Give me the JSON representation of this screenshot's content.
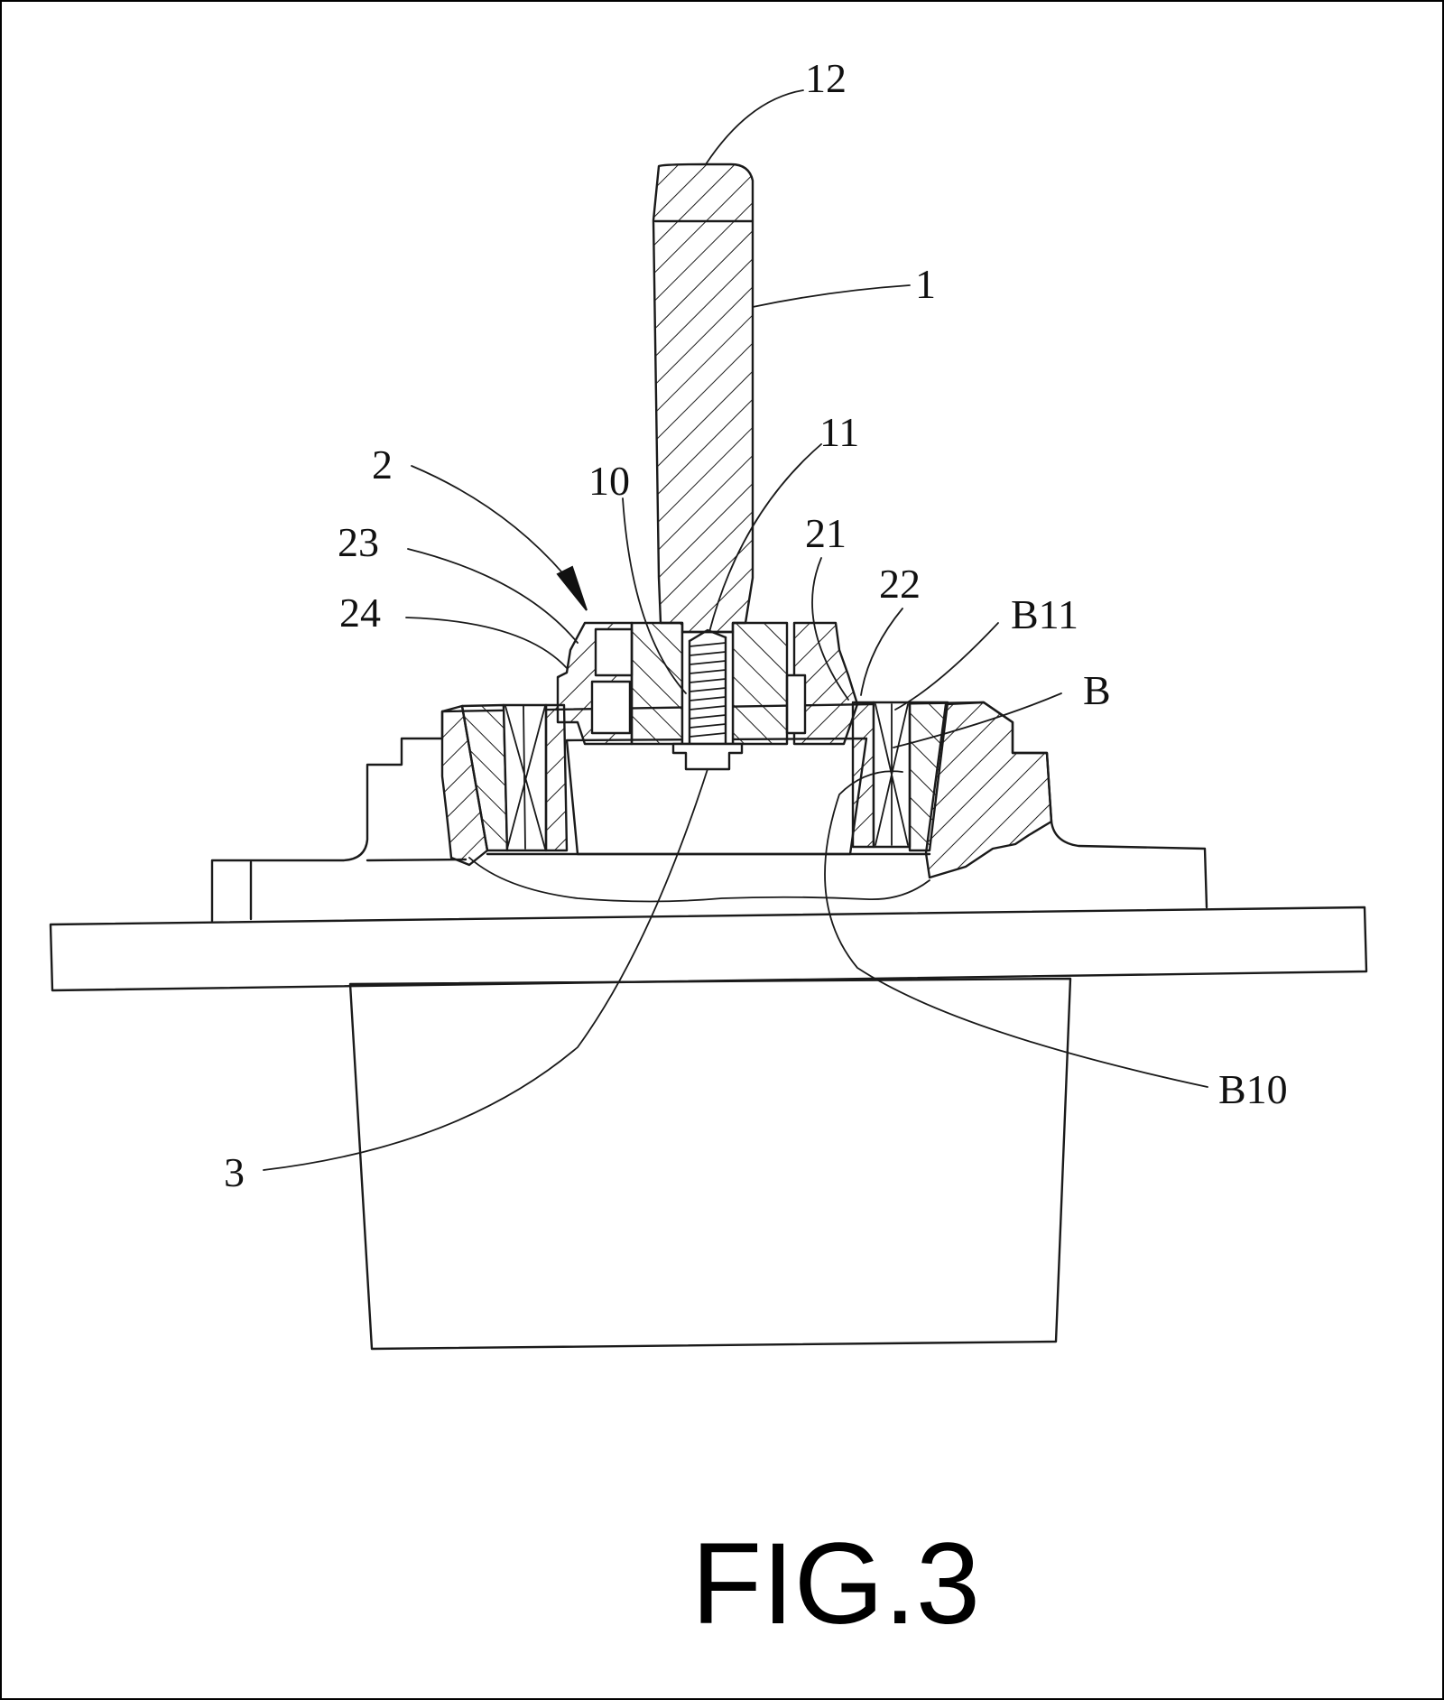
{
  "figure": {
    "caption": "FIG.3",
    "labels": {
      "l12": "12",
      "l1": "1",
      "l11": "11",
      "l2": "2",
      "l10": "10",
      "l23": "23",
      "l21": "21",
      "l22": "22",
      "l24": "24",
      "lB11": "B11",
      "lB": "B",
      "lB10": "B10",
      "l3": "3"
    }
  }
}
